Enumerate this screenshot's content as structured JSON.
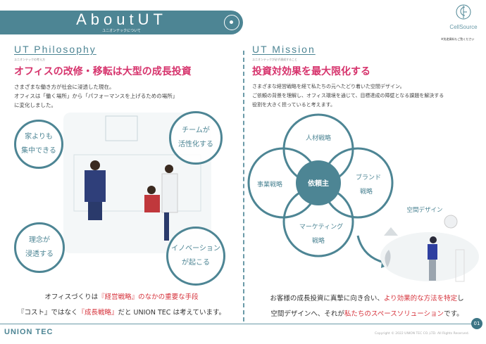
{
  "header": {
    "title": "AboutUT",
    "subtitle": "ユニオンテックについて"
  },
  "logo": {
    "name": "CellSource",
    "note": "※別途資料もご覧ください"
  },
  "philosophy": {
    "title": "UT Philosophy",
    "subtitle": "ユニオンテックの考え方",
    "headline": "オフィスの改修・移転は大型の成長投資",
    "body": [
      "さまざまな働き方が社会に浸透した現在。",
      "オフィスは「働く場所」から「パフォーマンスを上げるための場所」",
      "に変化しました。"
    ],
    "circles": [
      [
        "家よりも",
        "集中できる"
      ],
      [
        "チームが",
        "活性化する"
      ],
      [
        "理念が",
        "浸透する"
      ],
      [
        "イノベーション",
        "が起こる"
      ]
    ],
    "bottom": {
      "l1a": "オフィスづくりは",
      "l1b": "『経営戦略』のなかの重要な手段",
      "l2a": "『コスト』ではなく",
      "l2b": "『成長戦略』",
      "l2c": "だと UNION TEC は考えています。"
    }
  },
  "mission": {
    "title": "UT Mission",
    "subtitle": "ユニオンテックが必ず達成すること",
    "headline": "投資対効果を最大限化する",
    "body": [
      "さまざまな経営戦略を経て私たちの元へたどり着いた空間デザイン。",
      "ご依頼の背景を理解し、オフィス環境を通じて、目標達成の障壁となる課題を解決する",
      "役割を大きく担っていると考えます。"
    ],
    "venn": {
      "center": "依頼主",
      "top": "人材戦略",
      "left": "事業戦略",
      "right": [
        "ブランド",
        "戦略"
      ],
      "bottom": [
        "マーケティング",
        "戦略"
      ]
    },
    "space_label": "空間デザイン",
    "bottom": {
      "l1a": "お客様の成長投資に真摯に向き合い、",
      "l1b": "より効果的な方法を特定",
      "l1c": "し",
      "l2a": "空間デザインへ、それが",
      "l2b": "私たちのスペースソリューション",
      "l2c": "です。"
    }
  },
  "footer": {
    "brand": "UNION TEC",
    "copyright": "Copyright © 2022 UNION TEC CO.,LTD. All Rights Reserved.",
    "page": "01"
  },
  "colors": {
    "teal": "#4d8594",
    "pink": "#d6336c",
    "red": "#d6333c"
  }
}
